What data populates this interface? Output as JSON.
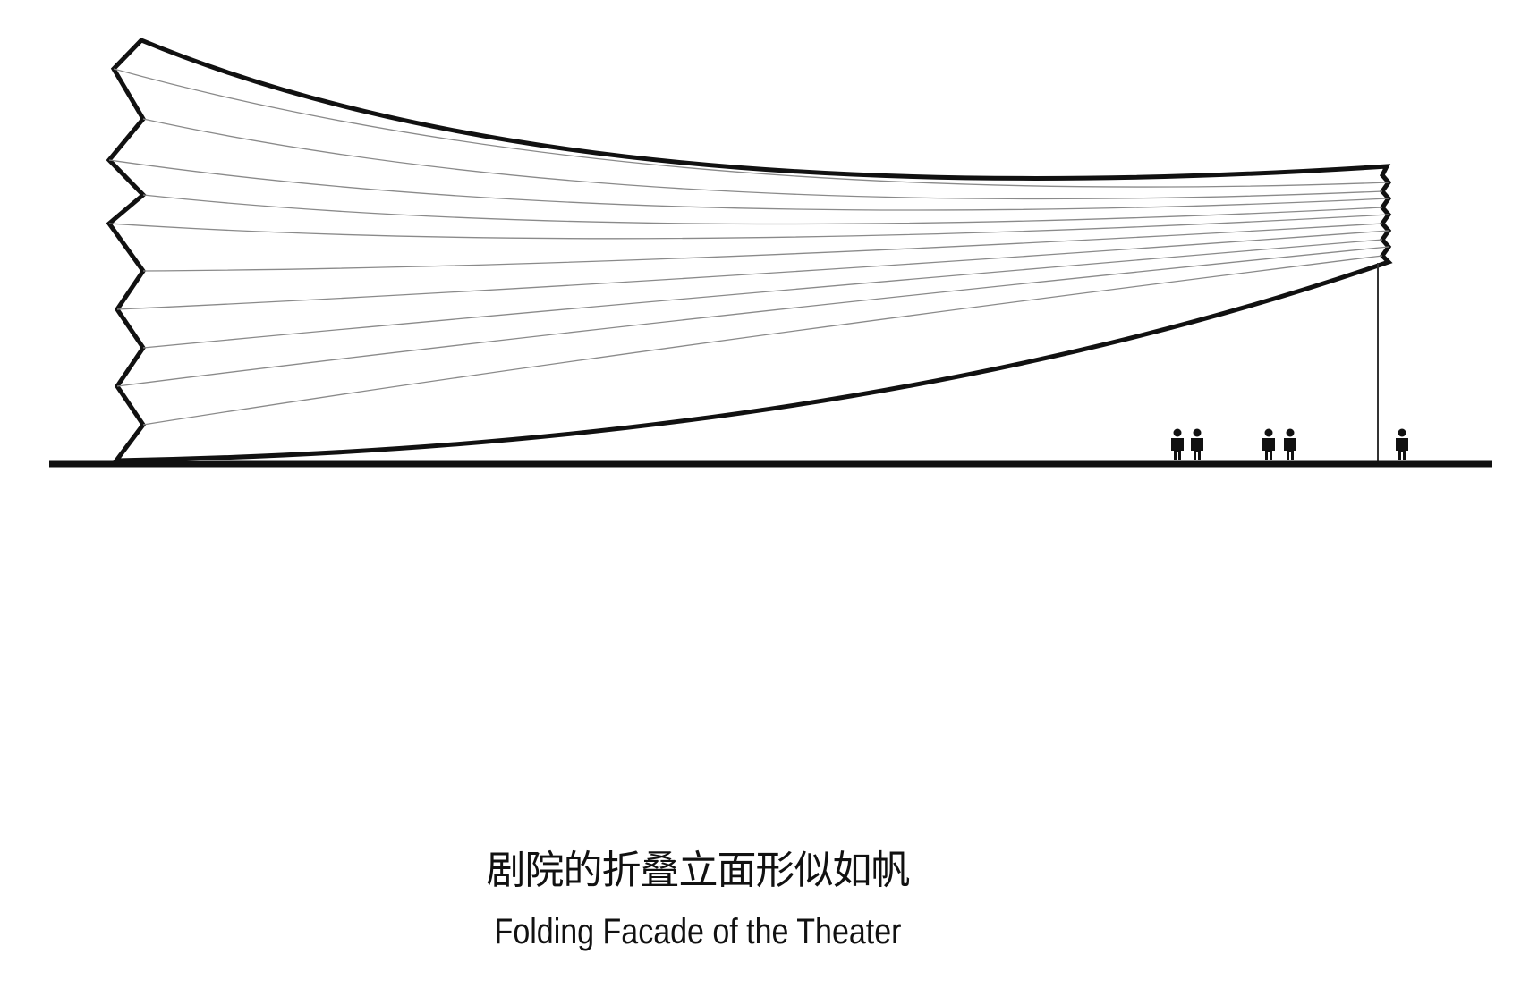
{
  "caption": {
    "title_cn": "剧院的折叠立面形似如帆",
    "title_en": "Folding Facade of the Theater"
  },
  "colors": {
    "ink": "#111111",
    "background": "#ffffff",
    "fold_line": "#8a8a8a"
  },
  "elements": {
    "facade": "folding-facade",
    "ground": "ground-line",
    "column": "support-column",
    "people": "person-icon"
  }
}
